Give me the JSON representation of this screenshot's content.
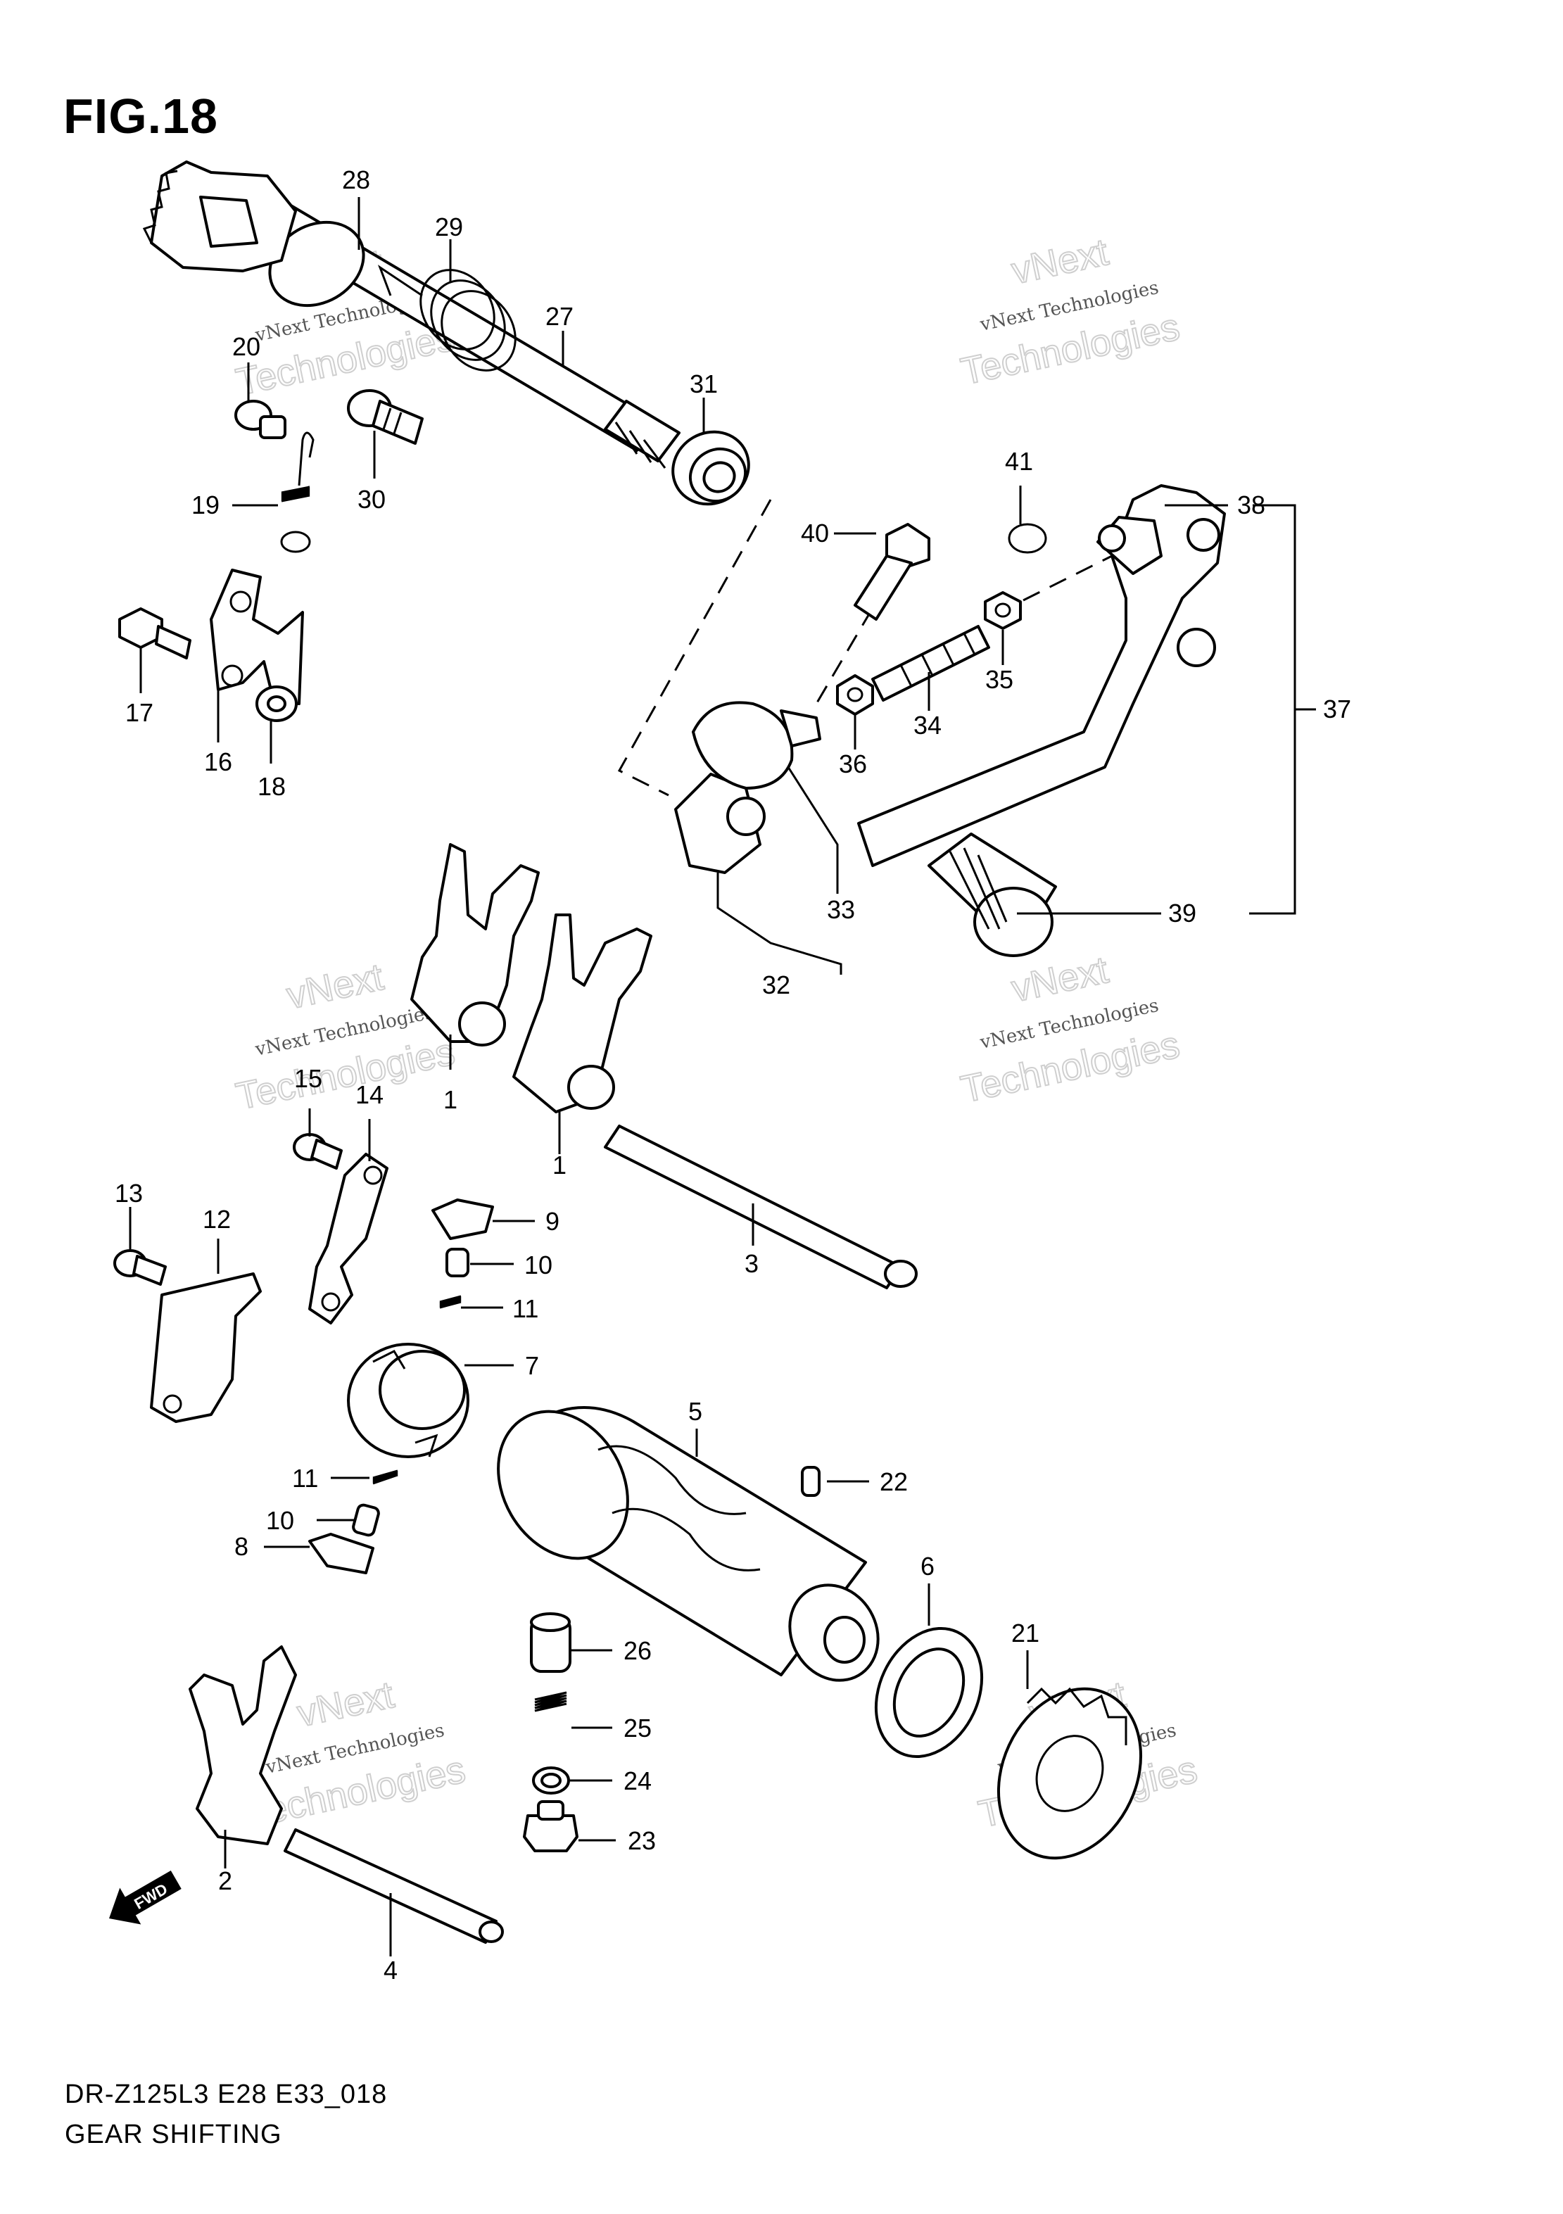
{
  "figure": {
    "title": "FIG.18"
  },
  "footer": {
    "model_code": "DR-Z125L3 E28 E33_018",
    "section_name": "GEAR SHIFTING"
  },
  "fwd_badge": {
    "label": "FWD",
    "icon": "fwd-arrow-icon"
  },
  "watermark": {
    "line1": "vNext Technologies",
    "line2": "vNext",
    "line3": "Technologies"
  },
  "callouts": {
    "c1a": "1",
    "c1b": "1",
    "c2": "2",
    "c3": "3",
    "c4": "4",
    "c5": "5",
    "c6": "6",
    "c7": "7",
    "c8": "8",
    "c9": "9",
    "c10a": "10",
    "c10b": "10",
    "c11a": "11",
    "c11b": "11",
    "c12": "12",
    "c13": "13",
    "c14": "14",
    "c15": "15",
    "c16": "16",
    "c17": "17",
    "c18": "18",
    "c19": "19",
    "c20": "20",
    "c21": "21",
    "c22": "22",
    "c23": "23",
    "c24": "24",
    "c25": "25",
    "c26": "26",
    "c27": "27",
    "c28": "28",
    "c29": "29",
    "c30": "30",
    "c31": "31",
    "c32": "32",
    "c33": "33",
    "c34": "34",
    "c35": "35",
    "c36": "36",
    "c37": "37",
    "c38": "38",
    "c39": "39",
    "c40": "40",
    "c41": "41"
  }
}
